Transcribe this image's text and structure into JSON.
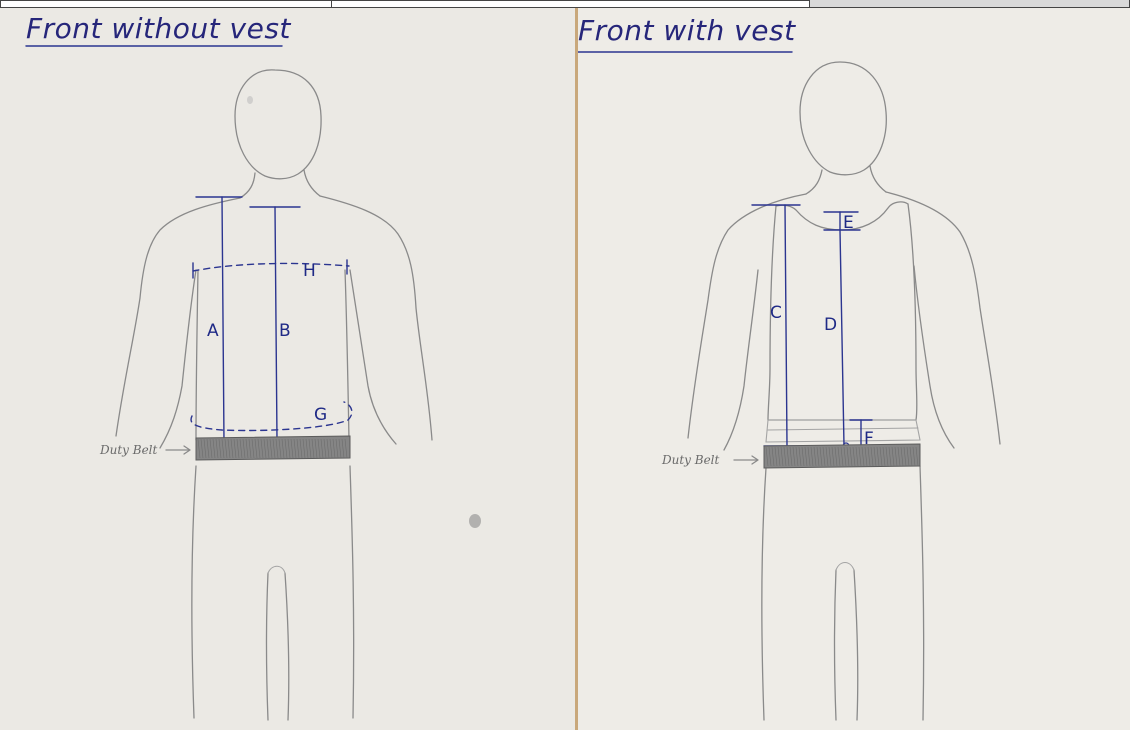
{
  "panels": [
    {
      "title": "Front without vest",
      "labels": {
        "A": "A",
        "B": "B",
        "H": "H",
        "G": "G"
      },
      "belt_label": "Duty Belt"
    },
    {
      "title": "Front with vest",
      "labels": {
        "C": "C",
        "D": "D",
        "E": "E",
        "F": "F"
      },
      "belt_label": "Duty Belt"
    }
  ],
  "colors": {
    "ink": "#2b3590",
    "pencil": "#8a8a8a",
    "paper": "#ebe9e4",
    "belt": "#858585"
  }
}
